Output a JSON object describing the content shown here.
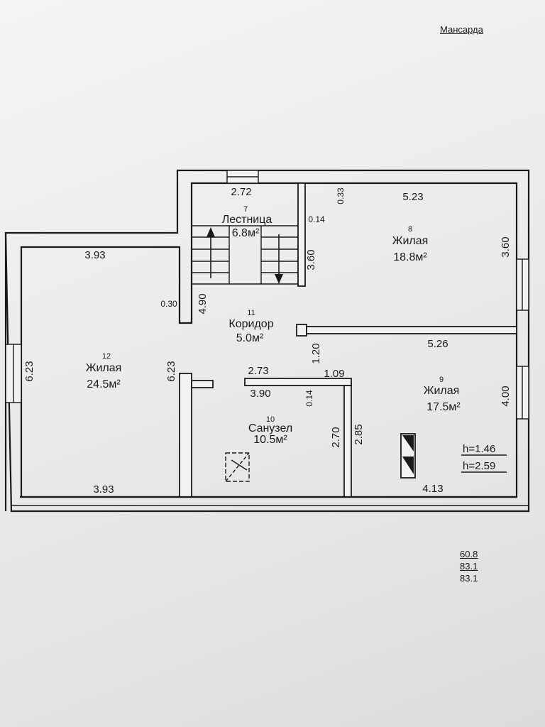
{
  "title": "Мансарда",
  "rooms": [
    {
      "number": "7",
      "name": "Лестница",
      "area": "6.8м²"
    },
    {
      "number": "8",
      "name": "Жилая",
      "area": "18.8м²"
    },
    {
      "number": "9",
      "name": "Жилая",
      "area": "17.5м²"
    },
    {
      "number": "10",
      "name": "Санузел",
      "area": "10.5м²"
    },
    {
      "number": "11",
      "name": "Коридор",
      "area": "5.0м²"
    },
    {
      "number": "12",
      "name": "Жилая",
      "area": "24.5м²"
    }
  ],
  "dimensions": {
    "stair_top": "2.72",
    "stair_top_gap": "0.33",
    "room8_top": "5.23",
    "stair_wall": "0.14",
    "stair_height": "3.60",
    "room8_right": "3.60",
    "room12_top": "3.93",
    "wall_030": "0.30",
    "corridor_left": "4.90",
    "room12_left": "6.23",
    "room12_right": "6.23",
    "room12_bottom": "3.93",
    "corridor_door": "1.20",
    "room9_top": "5.26",
    "bath_top": "2.73",
    "bath_top_right": "1.09",
    "bath_inner": "3.90",
    "bath_wall": "0.14",
    "bath_right": "2.70",
    "room9_left": "2.85",
    "room9_right": "4.00",
    "room9_bottom": "4.13"
  },
  "heights": [
    "h=1.46",
    "h=2.59"
  ],
  "totals": [
    "60.8",
    "83.1",
    "83.1"
  ]
}
